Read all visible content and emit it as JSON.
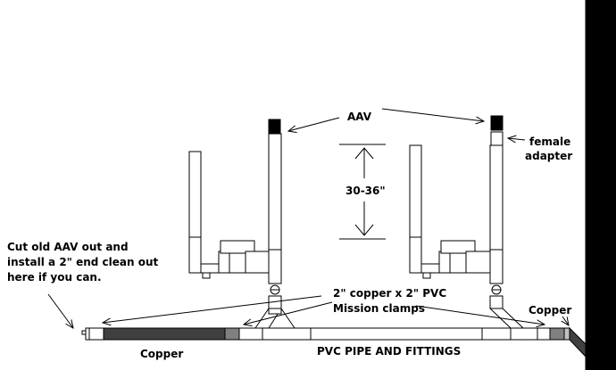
{
  "labels": {
    "aav": "AAV",
    "female_adapter_line1": "female",
    "female_adapter_line2": "adapter",
    "height_range": "30-36\"",
    "cleanout_line1": "Cut old AAV out and",
    "cleanout_line2": "install a 2\" end clean out",
    "cleanout_line3": "here if you can.",
    "clamps_line1": "2\" copper x 2\" PVC",
    "clamps_line2": "Mission clamps",
    "copper_right": "Copper",
    "copper_bottom": "Copper",
    "pvc_pipe": "PVC PIPE AND FITTINGS"
  },
  "colors": {
    "line": "#000000",
    "copper_pipe": "#404040",
    "clamp": "#808080",
    "background": "#ffffff",
    "edge_bar": "#000000"
  }
}
